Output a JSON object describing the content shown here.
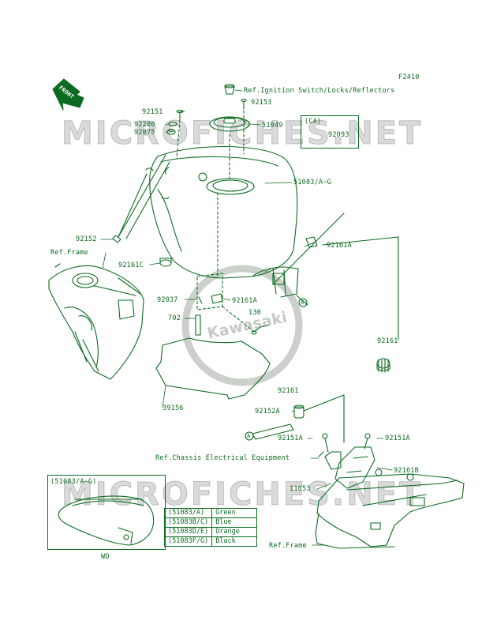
{
  "figure_code": "F2410",
  "front_arrow_label": "FRONT",
  "watermark": "MICROFICHES.NET",
  "logo_text": "Kawasaki",
  "ink_color": "#0b6b1f",
  "labels": {
    "ref_ignition": "Ref.Ignition Switch/Locks/Reflectors",
    "p92153": "92153",
    "p92151_top": "92151",
    "p92200": "92200",
    "p92075": "92075",
    "p51049": "51049",
    "ca_title": "(CA)",
    "p92093": "92093",
    "p51083": "51083/A~G",
    "p92152": "92152",
    "ref_frame_left": "Ref.Frame",
    "p92161a_right": "92161A",
    "p92161c": "92161C",
    "p92037": "92037",
    "p92161a_center": "92161A",
    "marker_a": "A",
    "p130": "130",
    "p702": "702",
    "p92161": "92161",
    "p39156": "39156",
    "p92161_mid": "92161",
    "p92152a": "92152A",
    "p92151a_left": "92151A",
    "p92151a_right": "92151A",
    "ref_chassis": "Ref.Chassis Electrical Equipment",
    "p92161b": "92161B",
    "p11053": "11053",
    "inset_title": "(51083/A~G)",
    "wd": "WD",
    "ref_frame_bottom": "Ref.Frame"
  },
  "color_table": [
    {
      "code": "(51083/A)",
      "color": "Green"
    },
    {
      "code": "(51083B/C)",
      "color": "Blue"
    },
    {
      "code": "(51083D/E)",
      "color": "Orange"
    },
    {
      "code": "(51083F/G)",
      "color": "Black"
    }
  ]
}
